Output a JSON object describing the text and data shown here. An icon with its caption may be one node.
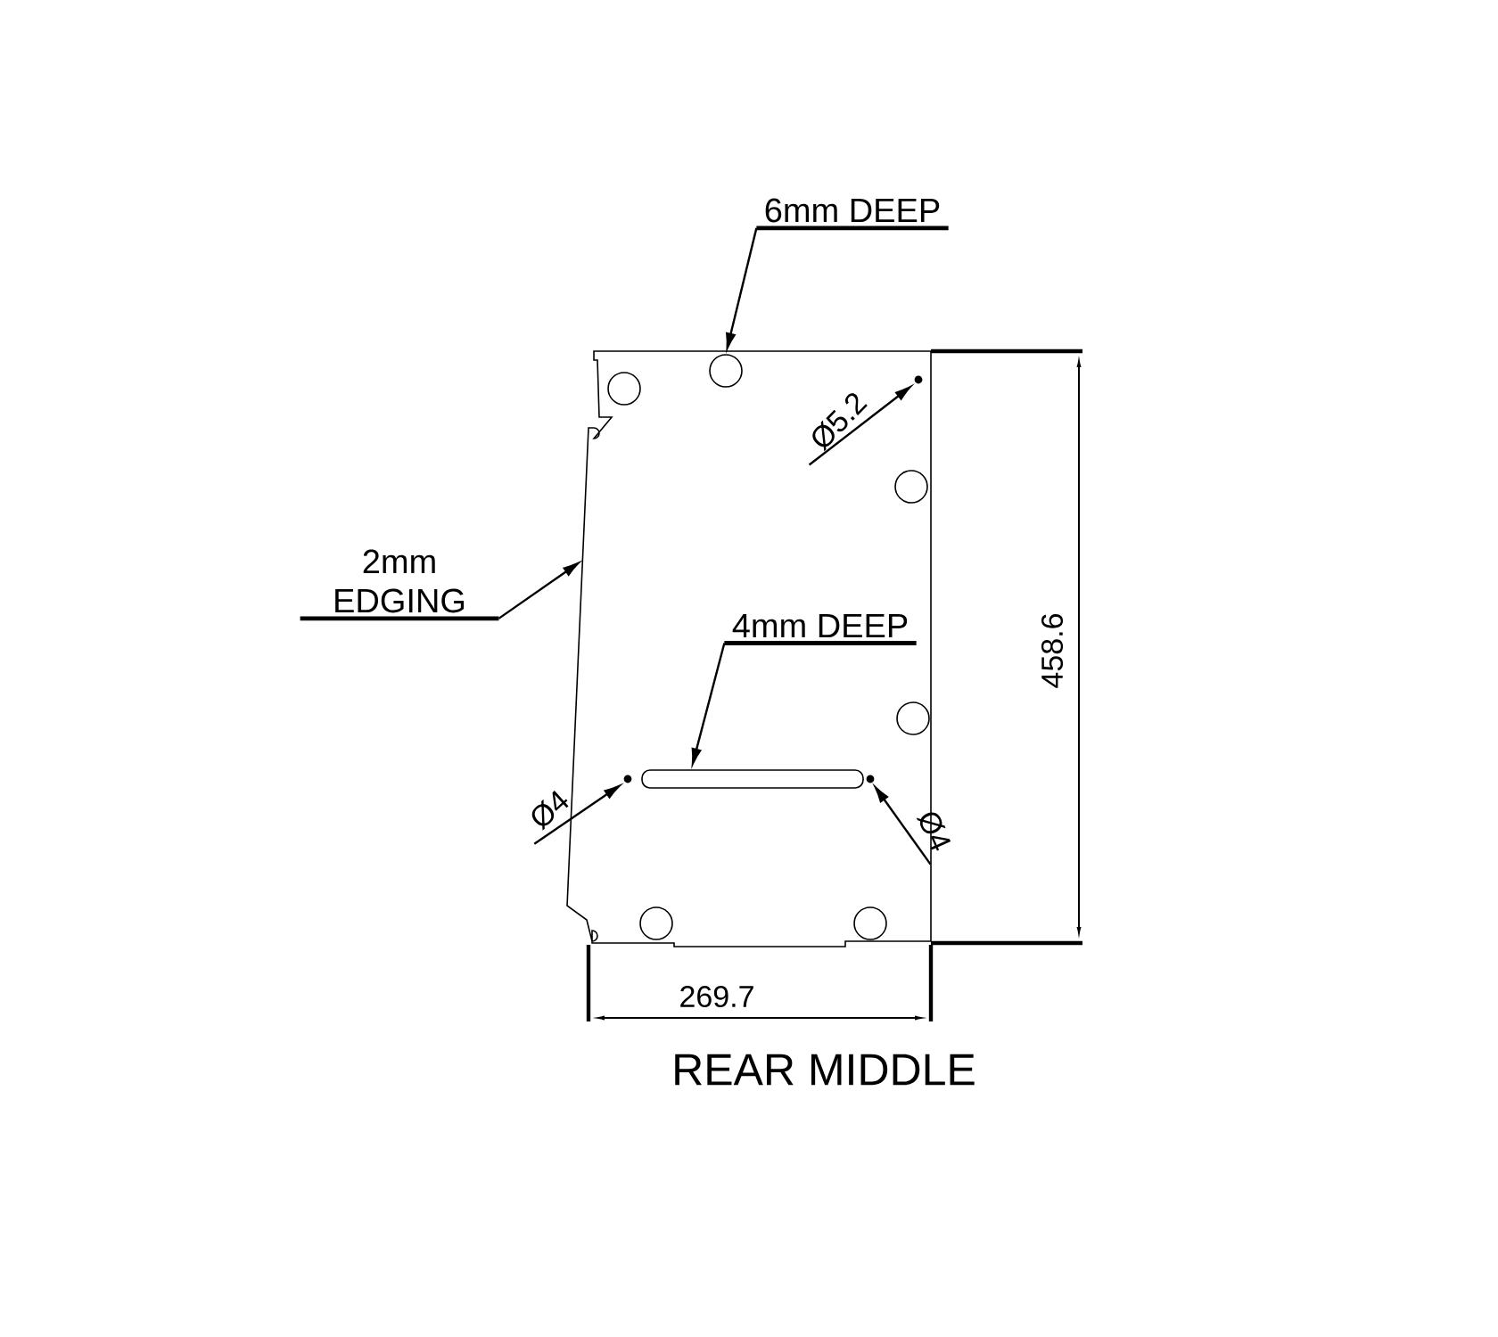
{
  "diagram": {
    "caption": "REAR MIDDLE",
    "nodes": [
      {
        "text": [],
        "shape": "box"
      },
      {
        "text": [
          "6mm DEEP"
        ]
      },
      {
        "text": [],
        "shape": "circle",
        "in": 0
      },
      {
        "text": [
          "2mm EDGING"
        ]
      },
      {
        "text": [],
        "shape": "slot",
        "in": 0
      },
      {
        "text": [
          "4mm DEEP"
        ],
        "in": 0
      },
      {
        "text": [
          "Ø5.2"
        ],
        "in": 0
      },
      {
        "text": [
          "Ø4"
        ]
      },
      {
        "text": [
          "Ø4"
        ]
      }
    ],
    "edges": [
      {
        "from": 1,
        "to": 2,
        "arrow": "to"
      },
      {
        "from": 3,
        "to": 0,
        "arrow": "to"
      },
      {
        "from": 5,
        "to": 4,
        "arrow": "to"
      },
      {
        "from": 6,
        "to": null,
        "arrow": "to"
      },
      {
        "from": 7,
        "to": null,
        "arrow": "to"
      },
      {
        "from": 8,
        "to": null,
        "arrow": "to"
      }
    ],
    "labels": [
      "458.6",
      "269.7"
    ]
  }
}
